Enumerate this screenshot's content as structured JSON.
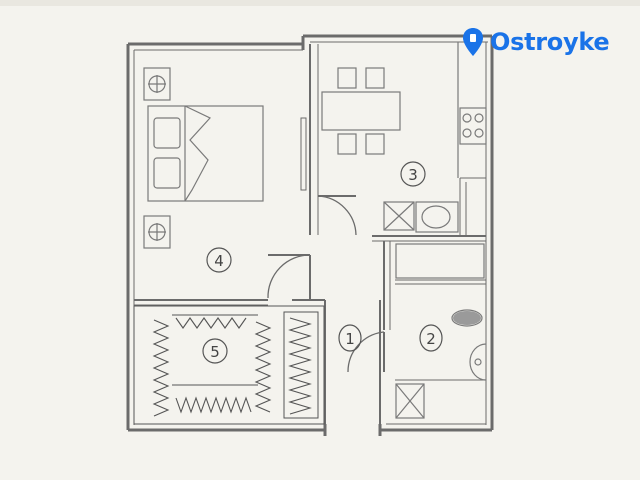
{
  "brand": {
    "name": "Ostroyke",
    "color": "#1a73e8",
    "logo_icon": "map-pin-icon"
  },
  "colors": {
    "paper": "#f4f3ee",
    "wall": "#6b6b6b",
    "line": "#555555",
    "furniture": "#7a7a7a",
    "sink_fill": "#9a9a9a"
  },
  "rooms": [
    {
      "id": "1",
      "label": "1"
    },
    {
      "id": "2",
      "label": "2"
    },
    {
      "id": "3",
      "label": "3"
    },
    {
      "id": "4",
      "label": "4"
    },
    {
      "id": "5",
      "label": "5"
    }
  ]
}
